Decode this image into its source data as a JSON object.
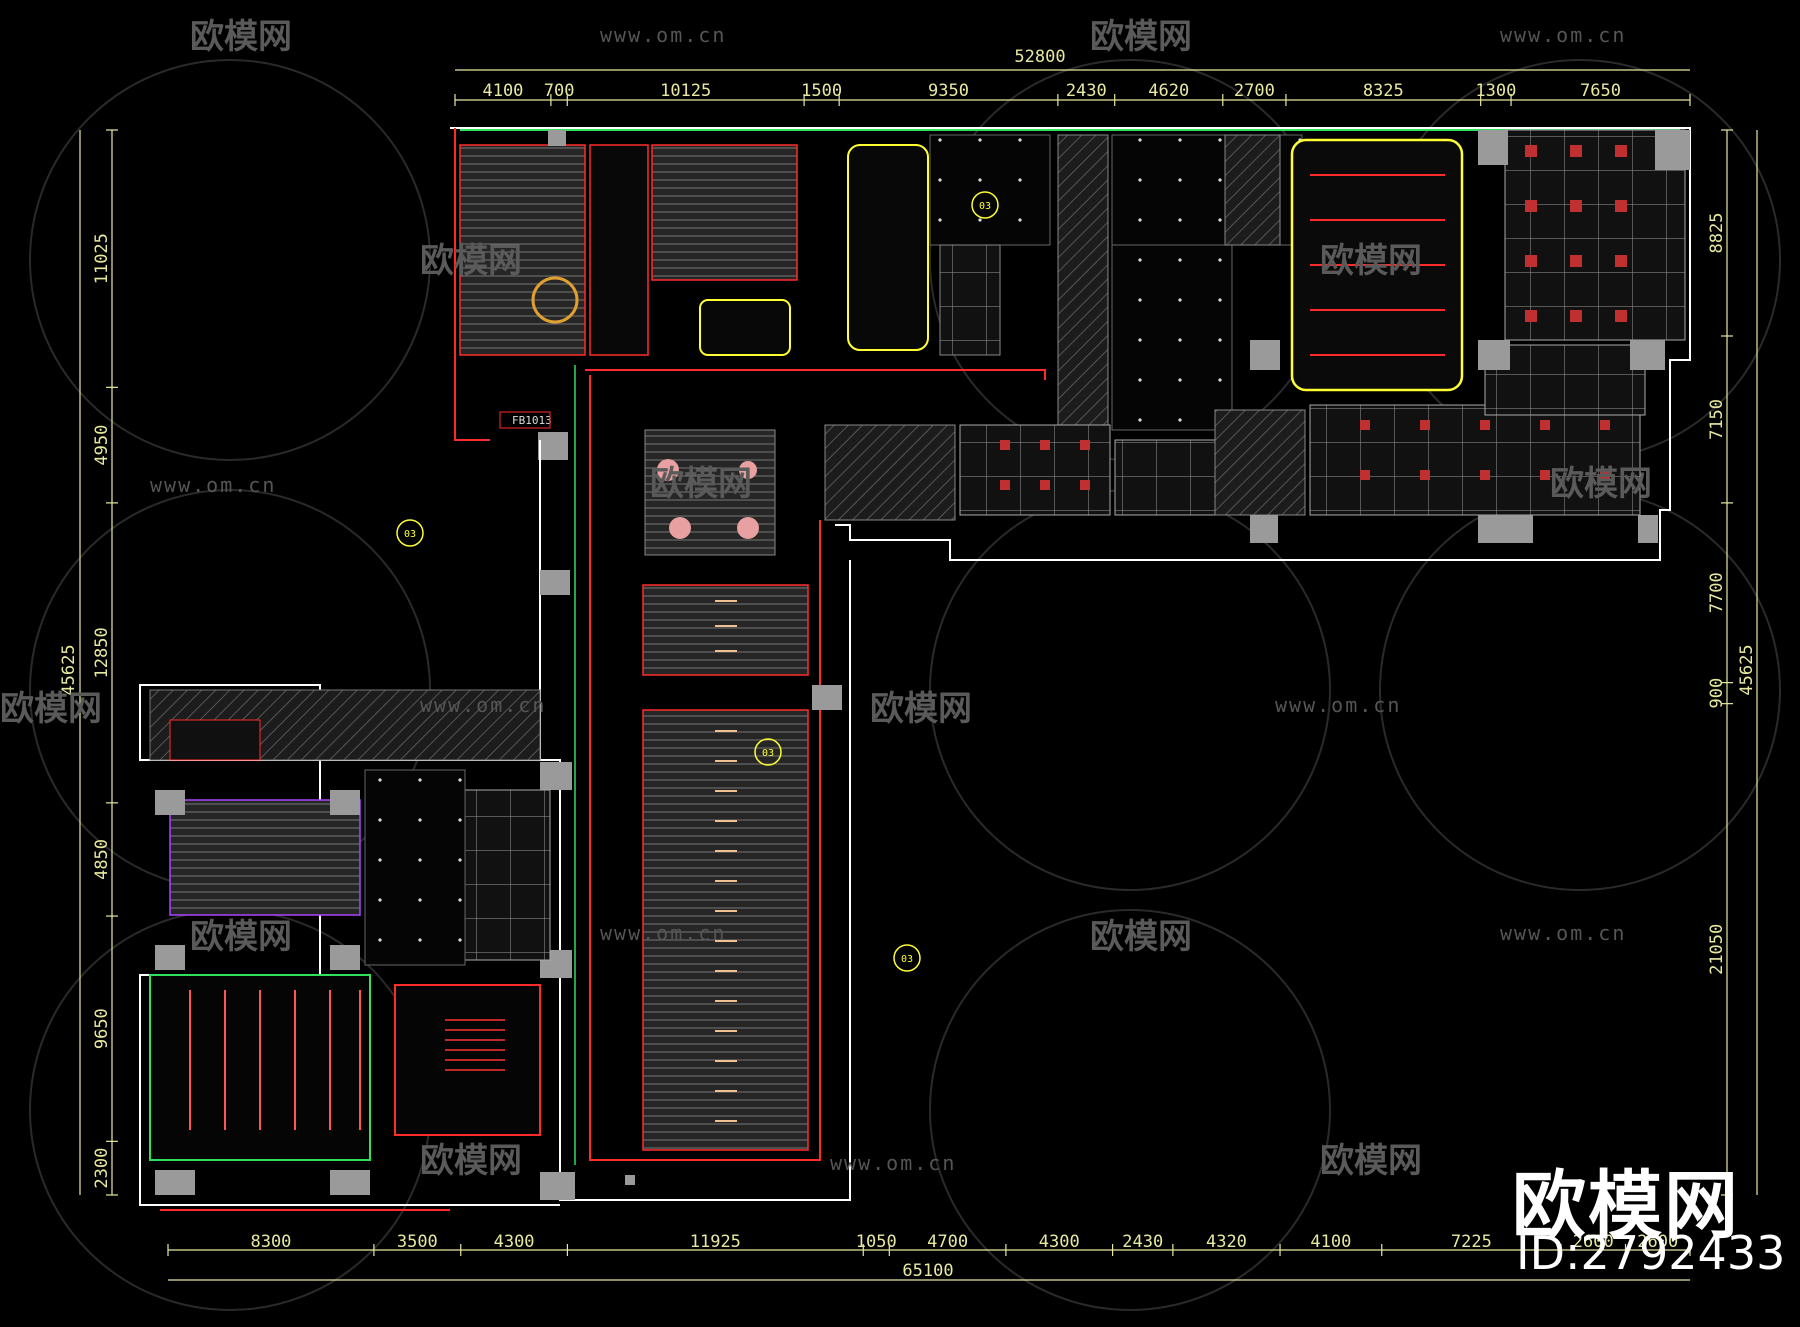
{
  "dimensions": {
    "top_total": "52800",
    "top": [
      "4100",
      "700",
      "10125",
      "1500",
      "9350",
      "2430",
      "4620",
      "2700",
      "8325",
      "1300",
      "7650"
    ],
    "bottom_total": "65100",
    "bottom": [
      "8300",
      "3500",
      "4300",
      "11925",
      "1050",
      "4700",
      "4300",
      "2430",
      "4320",
      "4100",
      "7225",
      "2600",
      "2600"
    ],
    "left_total": "45625",
    "left": [
      "11025",
      "4950",
      "12850",
      "4850",
      "9650",
      "2300"
    ],
    "right_total": "45625",
    "right": [
      "8825",
      "7150",
      "7700",
      "900",
      "21050"
    ]
  },
  "labels": {
    "room_tag": "FB1013",
    "section_marks": [
      "03",
      "03",
      "03",
      "03"
    ]
  },
  "watermark": {
    "brand_text": "欧模网",
    "url_text": "www.om.cn",
    "corner_brand": "欧模网",
    "corner_id": "ID:2792433"
  },
  "colors": {
    "background": "#000000",
    "wall": "#ffffff",
    "red_line": "#ff2a2a",
    "green_line": "#2ee05a",
    "yellow_dim": "#e8e8a0",
    "grey_fill": "#9a9a9a",
    "fixture": "#ffff33"
  }
}
